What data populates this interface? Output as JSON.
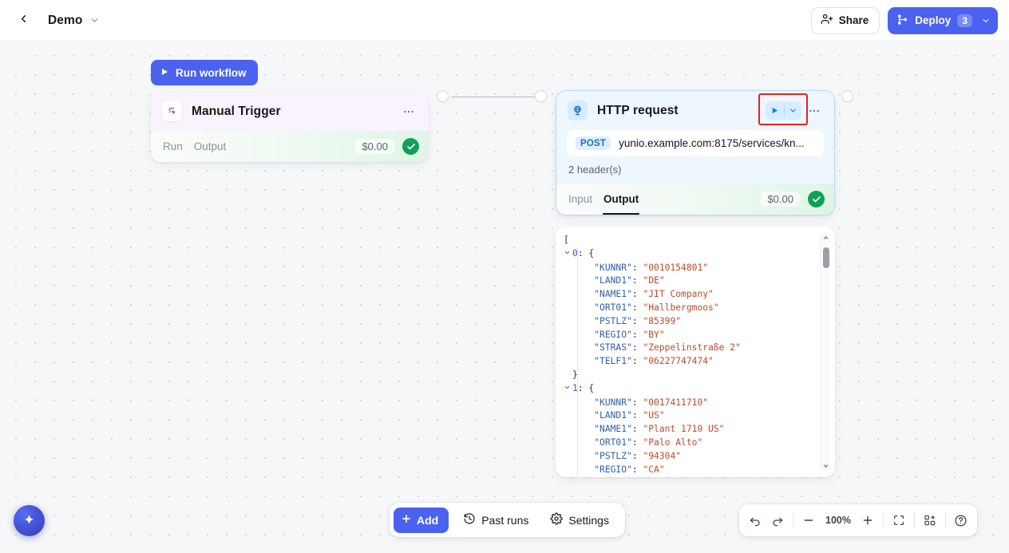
{
  "topbar": {
    "back_icon": "chevron-left-icon",
    "project_title": "Demo",
    "project_caret_icon": "chevron-down-icon",
    "share_label": "Share",
    "share_icon": "share-user-icon",
    "deploy_label": "Deploy",
    "deploy_count": "3",
    "deploy_icon": "git-branch-icon",
    "deploy_caret_icon": "chevron-down-icon"
  },
  "canvas": {
    "run_workflow_label": "Run workflow",
    "run_workflow_icon": "play-icon"
  },
  "nodes": [
    {
      "id": "manual-trigger",
      "title": "Manual Trigger",
      "icon": "cursor-click-icon",
      "menu_icon": "ellipsis-icon",
      "tabs": [
        {
          "label": "Run",
          "active": false
        },
        {
          "label": "Output",
          "active": false
        }
      ],
      "cost": "$0.00",
      "status_icon": "check-circle-icon"
    },
    {
      "id": "http-request",
      "title": "HTTP request",
      "icon": "globe-icon",
      "play_icon": "play-icon",
      "play_caret_icon": "chevron-down-icon",
      "menu_icon": "ellipsis-icon",
      "highlighted": true,
      "highlight_color": "#e62020",
      "method": "POST",
      "url": "yunio.example.com:8175/services/kn...",
      "headers_text": "2 header(s)",
      "tabs": [
        {
          "label": "Input",
          "active": false
        },
        {
          "label": "Output",
          "active": true
        }
      ],
      "cost": "$0.00",
      "status_icon": "check-circle-icon"
    }
  ],
  "output_panel": {
    "open_bracket": "[",
    "scrollbar": {
      "up_icon": "triangle-up-icon",
      "down_icon": "triangle-down-icon"
    },
    "items": [
      {
        "index": "0",
        "caret_icon": "chevron-down-icon",
        "fields": [
          {
            "key": "\"KUNNR\"",
            "value": "\"0010154801\""
          },
          {
            "key": "\"LAND1\"",
            "value": "\"DE\""
          },
          {
            "key": "\"NAME1\"",
            "value": "\"JIT Company\""
          },
          {
            "key": "\"ORT01\"",
            "value": "\"Hallbergmoos\""
          },
          {
            "key": "\"PSTLZ\"",
            "value": "\"85399\""
          },
          {
            "key": "\"REGIO\"",
            "value": "\"BY\""
          },
          {
            "key": "\"STRAS\"",
            "value": "\"Zeppelinstraße 2\""
          },
          {
            "key": "\"TELF1\"",
            "value": "\"06227747474\""
          }
        ],
        "closed": true
      },
      {
        "index": "1",
        "caret_icon": "chevron-down-icon",
        "fields": [
          {
            "key": "\"KUNNR\"",
            "value": "\"0017411710\""
          },
          {
            "key": "\"LAND1\"",
            "value": "\"US\""
          },
          {
            "key": "\"NAME1\"",
            "value": "\"Plant 1710 US\""
          },
          {
            "key": "\"ORT01\"",
            "value": "\"Palo Alto\""
          },
          {
            "key": "\"PSTLZ\"",
            "value": "\"94304\""
          },
          {
            "key": "\"REGIO\"",
            "value": "\"CA\""
          }
        ],
        "closed": false
      }
    ]
  },
  "bottom_tools": {
    "add_label": "Add",
    "add_icon": "plus-icon",
    "past_runs_label": "Past runs",
    "past_runs_icon": "history-icon",
    "settings_label": "Settings",
    "settings_icon": "gear-icon"
  },
  "zoom_bar": {
    "undo_icon": "undo-icon",
    "redo_icon": "redo-icon",
    "zoom_out_icon": "minus-icon",
    "zoom_level": "100%",
    "zoom_in_icon": "plus-icon",
    "fit_icon": "fit-screen-icon",
    "layout_icon": "auto-layout-icon",
    "help_icon": "help-circle-icon"
  },
  "ai_fab": {
    "icon": "sparkle-icon"
  },
  "colors": {
    "accent": "#4b62f0",
    "success": "#0fa15a",
    "highlight": "#e62020",
    "http_tint": "#eef6fe",
    "manual_tint": "#f8f3fd"
  }
}
